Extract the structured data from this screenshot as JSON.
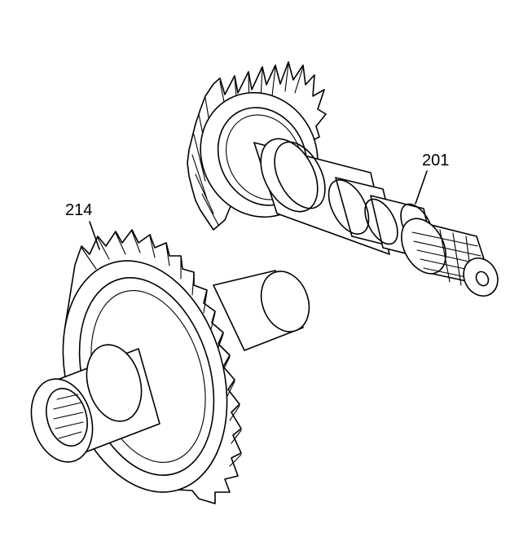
{
  "callouts": [
    {
      "id": "upper-gear-callout",
      "text": "201"
    },
    {
      "id": "lower-gear-callout",
      "text": "214"
    }
  ]
}
